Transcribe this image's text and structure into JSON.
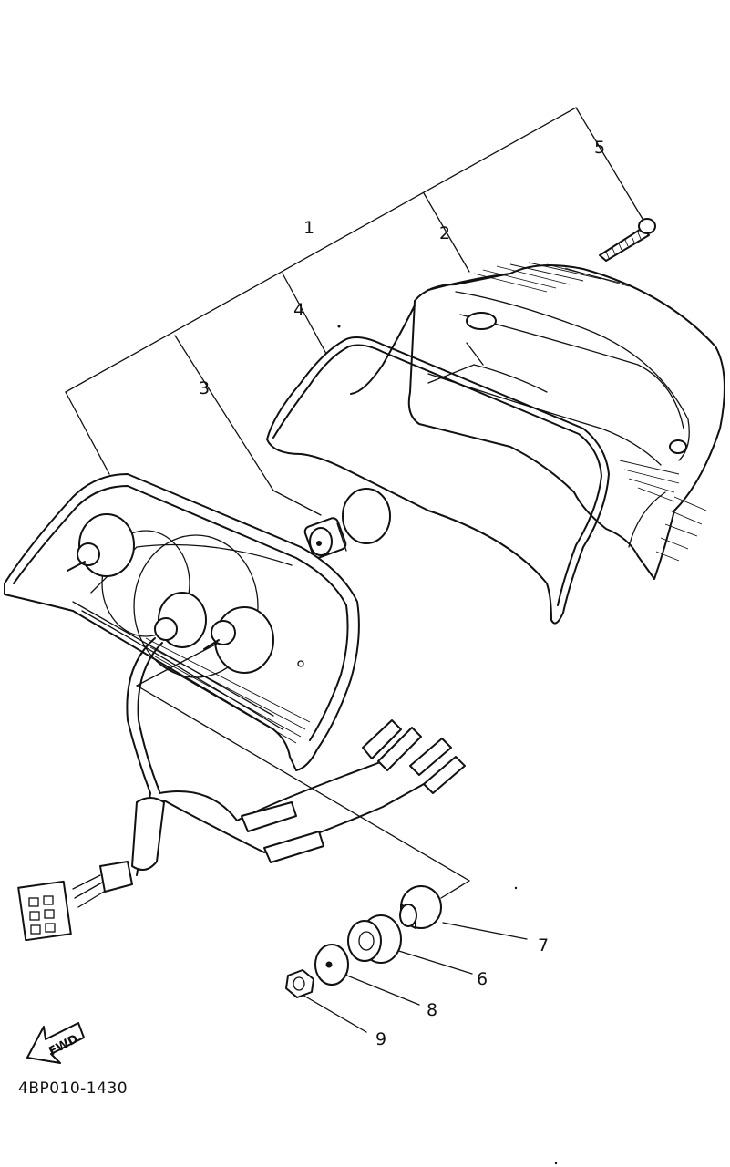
{
  "diagram": {
    "callouts": [
      {
        "id": "1",
        "label": "1"
      },
      {
        "id": "2",
        "label": "2"
      },
      {
        "id": "3",
        "label": "3"
      },
      {
        "id": "4",
        "label": "4"
      },
      {
        "id": "5",
        "label": "5"
      },
      {
        "id": "6",
        "label": "6"
      },
      {
        "id": "7",
        "label": "7"
      },
      {
        "id": "8",
        "label": "8"
      },
      {
        "id": "9",
        "label": "9"
      }
    ],
    "direction_arrow": {
      "label": "FWD",
      "icon": "fwd-arrow-icon"
    },
    "part_number": "4BP010-1430"
  }
}
